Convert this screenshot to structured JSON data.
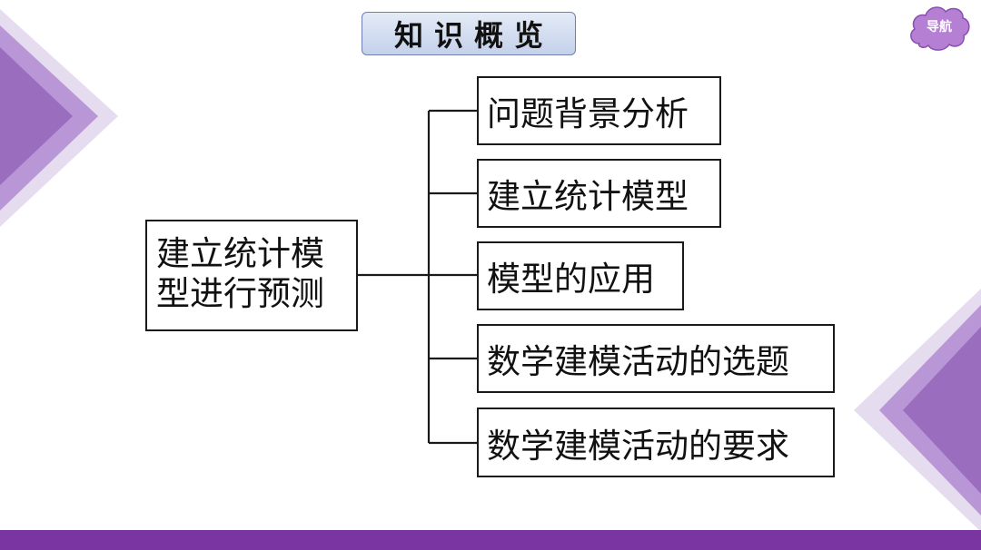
{
  "header": {
    "title": "知识概览",
    "nav_label": "导航"
  },
  "diagram": {
    "root": "建立统计模型进行预测",
    "branches": [
      "问题背景分析",
      "建立统计模型",
      "模型的应用",
      "数学建模活动的选题",
      "数学建模活动的要求"
    ]
  },
  "colors": {
    "accent_purple": "#7a35a3",
    "deco_light": "#c9b3dc",
    "deco_dark": "#9a6dbf",
    "nav_cloud": "#b57fd3",
    "title_fill": "#d3ddf0",
    "title_border": "#6f7fb4"
  }
}
